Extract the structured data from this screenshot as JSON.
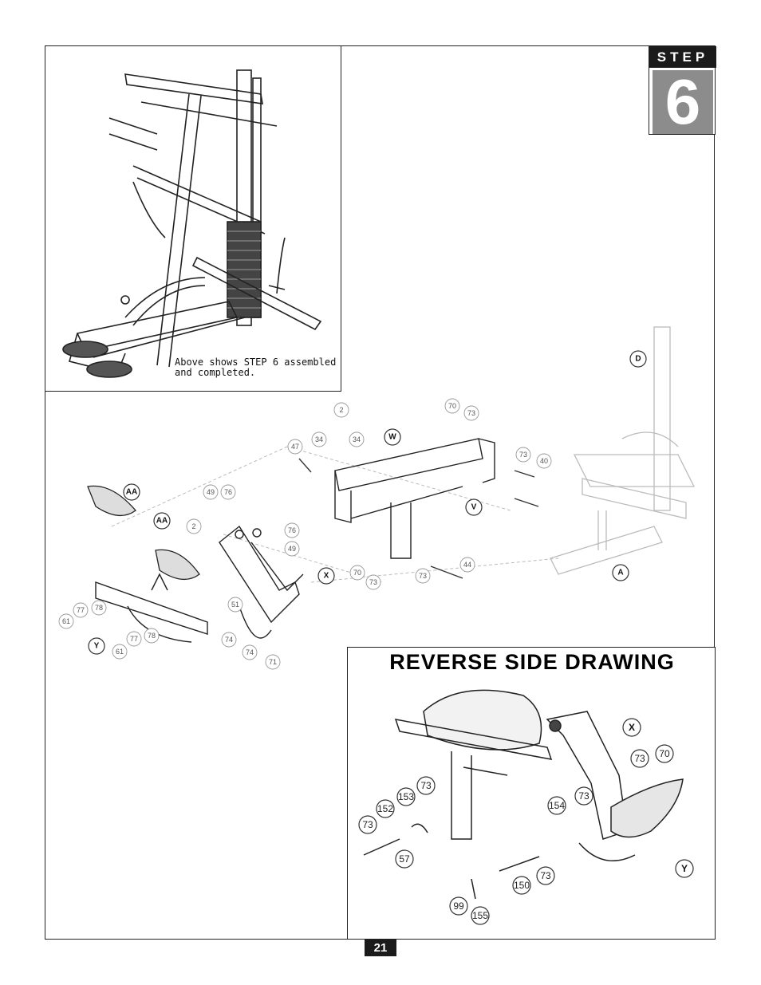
{
  "step": {
    "word": "STEP",
    "number": "6"
  },
  "caption": "Above shows STEP 6 assembled\nand completed.",
  "reverse_title": "REVERSE SIDE DRAWING",
  "page_number": "21",
  "exploded_callouts": [
    "D",
    "W",
    "V",
    "A",
    "X",
    "Y",
    "AA",
    "AA",
    "2",
    "2",
    "70",
    "73",
    "34",
    "34",
    "47",
    "73",
    "40",
    "49",
    "76",
    "76",
    "49",
    "70",
    "73",
    "73",
    "44",
    "77",
    "78",
    "61",
    "77",
    "78",
    "61",
    "51",
    "74",
    "74",
    "71"
  ],
  "reverse_callouts": [
    "X",
    "Y",
    "73",
    "70",
    "73",
    "153",
    "152",
    "73",
    "57",
    "154",
    "73",
    "73",
    "150",
    "99",
    "155"
  ]
}
